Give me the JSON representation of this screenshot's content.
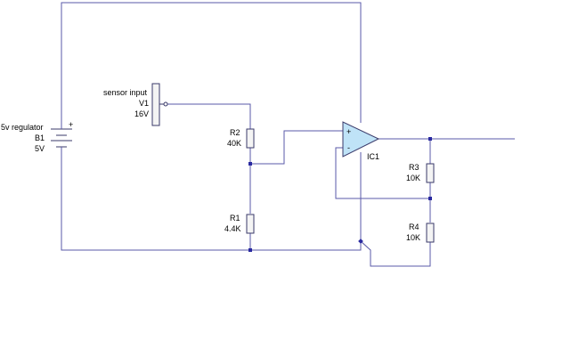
{
  "battery": {
    "label": "5v regulator",
    "ref": "B1",
    "value": "5V",
    "plus": "+"
  },
  "sensor": {
    "label": "sensor input",
    "ref": "V1",
    "value": "16V"
  },
  "r1": {
    "ref": "R1",
    "value": "4.4K"
  },
  "r2": {
    "ref": "R2",
    "value": "40K"
  },
  "r3": {
    "ref": "R3",
    "value": "10K"
  },
  "r4": {
    "ref": "R4",
    "value": "10K"
  },
  "opamp": {
    "ref": "IC1",
    "plus": "+",
    "minus": "-"
  }
}
